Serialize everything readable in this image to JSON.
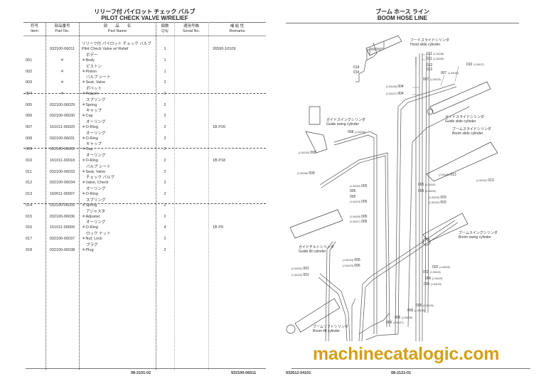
{
  "left_page": {
    "title_jp": "リリーフ付 パイロット チェック バルブ",
    "title_en": "PILOT CHECK VALVE W/RELIEF",
    "headers": [
      {
        "jp": "符号",
        "en": "Item"
      },
      {
        "jp": "部品番号",
        "en": "Part No."
      },
      {
        "jp": "部　　品　　名",
        "en": "Part Name"
      },
      {
        "jp": "個数",
        "en": "Q'ty"
      },
      {
        "jp": "適用号機",
        "en": "Serial No."
      },
      {
        "jp": "補 給 性",
        "en": "Remarks"
      }
    ],
    "rows": [
      {
        "item": "",
        "part": "932100-06011",
        "jp": "リリーフ付 パイロット チェック バルブ",
        "en": "Pilot Check Valve w/ Relief",
        "qty": "1",
        "remarks": "26590-10109"
      },
      {
        "item": "001",
        "part": "＊",
        "jp": "ボデー",
        "en": "＊Body",
        "qty": "1",
        "remarks": ""
      },
      {
        "item": "002",
        "part": "＊",
        "jp": "ピストン",
        "en": "＊Piston",
        "qty": "1",
        "remarks": ""
      },
      {
        "item": "003",
        "part": "＊",
        "jp": "バルブ シート",
        "en": "＊Seat, Valve",
        "qty": "2",
        "remarks": ""
      },
      {
        "item": "004",
        "part": "＊",
        "jp": "ポペット",
        "en": "＊Poppet",
        "qty": "2",
        "remarks": ""
      },
      {
        "item": "005",
        "part": "032100-06029",
        "jp": "スプリング",
        "en": "＊Spring",
        "qty": "2",
        "remarks": ""
      },
      {
        "item": "006",
        "part": "032100-06030",
        "jp": "キャップ",
        "en": "＊Cap",
        "qty": "2",
        "remarks": ""
      },
      {
        "item": "007",
        "part": "161011-00020",
        "jp": "オーリング",
        "en": "＊O-Ring",
        "qty": "2",
        "remarks": "1B P20"
      },
      {
        "item": "008",
        "part": "032100-06031",
        "jp": "オーリング",
        "en": "＊O-Ring",
        "qty": "2",
        "remarks": ""
      },
      {
        "item": "009",
        "part": "032100-06032",
        "jp": "キャップ",
        "en": "＊Cap",
        "qty": "2",
        "remarks": ""
      },
      {
        "item": "010",
        "part": "161011-00018",
        "jp": "オーリング",
        "en": "＊O-Ring",
        "qty": "2",
        "remarks": "1B P18"
      },
      {
        "item": "011",
        "part": "032100-06033",
        "jp": "バルブ シート",
        "en": "＊Seat, Valve",
        "qty": "2",
        "remarks": ""
      },
      {
        "item": "012",
        "part": "032100-06034",
        "jp": "チェック バルブ",
        "en": "＊Valve, Check",
        "qty": "2",
        "remarks": ""
      },
      {
        "item": "013",
        "part": "160011-00007",
        "jp": "オーリング",
        "en": "＊O-Ring",
        "qty": "2",
        "remarks": ""
      },
      {
        "item": "014",
        "part": "032100-06035",
        "jp": "スプリング",
        "en": "＊Spring",
        "qty": "2",
        "remarks": ""
      },
      {
        "item": "015",
        "part": "032100-06036",
        "jp": "アジャスタ",
        "en": "＊Adjuster",
        "qty": "2",
        "remarks": ""
      },
      {
        "item": "016",
        "part": "161011-00009",
        "jp": "オーリング",
        "en": "＊O-Ring",
        "qty": "4",
        "remarks": "1B P9"
      },
      {
        "item": "017",
        "part": "032100-06037",
        "jp": "ロック ナット",
        "en": "＊Nut, Lock",
        "qty": "2",
        "remarks": ""
      },
      {
        "item": "018",
        "part": "032100-06038",
        "jp": "プラグ",
        "en": "＊Plug",
        "qty": "2",
        "remarks": ""
      }
    ],
    "footer_center": "08-2101-02",
    "footer_right": "932100-06011"
  },
  "right_page": {
    "title_jp": "ブーム ホース ライン",
    "title_en": "BOOM HOSE LINE",
    "cylinders": [
      {
        "jp": "フードスライドシリンダ",
        "en": "Hood slide cylinder"
      },
      {
        "jp": "ガイドスイングシリンダ",
        "en": "Guide swing cylinder"
      },
      {
        "jp": "ガイドスライドシリンダ",
        "en": "Guide slide cylinder"
      },
      {
        "jp": "ブームスライドシリンダ",
        "en": "Boom slide cylinder"
      },
      {
        "jp": "ブームスイングシリンダ",
        "en": "Boom swing cylinder"
      },
      {
        "jp": "ガイドチルトシリンダ",
        "en": "Guide tilt cylinder"
      },
      {
        "jp": "ブームリフトシリンダ",
        "en": "Boom lift cylinder"
      }
    ],
    "callouts": [
      {
        "num": "011",
        "ref": "(J-34138)"
      },
      {
        "num": "011",
        "ref": "(J-34139)"
      },
      {
        "num": "012",
        "ref": ""
      },
      {
        "num": "012",
        "ref": ""
      },
      {
        "num": "014",
        "ref": ""
      },
      {
        "num": "014",
        "ref": ""
      },
      {
        "num": "010",
        "ref": "(J-34137)"
      },
      {
        "num": "007",
        "ref": "(J-34130)"
      },
      {
        "num": "007",
        "ref": "(J-34129)"
      },
      {
        "num": "004",
        "ref": "(J-34128)"
      },
      {
        "num": "004",
        "ref": "(J-34127)"
      },
      {
        "num": "008",
        "ref": "(J-34134)"
      },
      {
        "num": "008",
        "ref": "(J-34133)"
      },
      {
        "num": "009",
        "ref": "(J-34136)"
      },
      {
        "num": "013",
        "ref": "(J-34140)"
      },
      {
        "num": "013",
        "ref": "(J-34141)"
      },
      {
        "num": "005",
        "ref": "(J-34115)"
      },
      {
        "num": "005",
        "ref": ""
      },
      {
        "num": "005",
        "ref": ""
      },
      {
        "num": "005",
        "ref": "(J-34113)"
      },
      {
        "num": "005",
        "ref": "(J-34110)"
      },
      {
        "num": "005",
        "ref": "(J-34109)"
      },
      {
        "num": "003",
        "ref": "(J-34103)"
      },
      {
        "num": "003",
        "ref": "(J-34102)"
      },
      {
        "num": "005",
        "ref": "(J-34118)"
      },
      {
        "num": "005",
        "ref": "(J-34117)"
      },
      {
        "num": "006",
        "ref": "(J-34124)"
      },
      {
        "num": "006",
        "ref": "(J-34123)"
      },
      {
        "num": "002",
        "ref": "(J-34103)"
      },
      {
        "num": "002",
        "ref": "(J-34104)"
      },
      {
        "num": "001",
        "ref": "(J-34101)"
      },
      {
        "num": "001",
        "ref": "(J-34102)"
      },
      {
        "num": "006",
        "ref": "(J-34119)"
      },
      {
        "num": "006",
        "ref": "(J-34120)"
      },
      {
        "num": "006",
        "ref": "(J-34126)"
      },
      {
        "num": "006",
        "ref": "(J-34125)"
      },
      {
        "num": "006",
        "ref": "(J-34128)"
      },
      {
        "num": "006",
        "ref": "(J-34127)"
      }
    ],
    "footer_left": "932612-04101",
    "footer_center": "08-2121-01"
  },
  "watermark": "machinecatalogic.com",
  "colors": {
    "watermark": "#d4a017"
  }
}
